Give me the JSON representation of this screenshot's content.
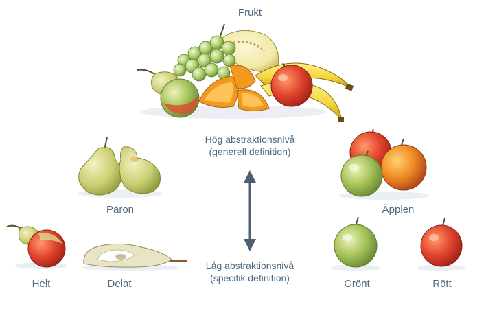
{
  "labels": {
    "root": "Frukt",
    "pears": "Päron",
    "apples": "Äpplen",
    "whole": "Helt",
    "sliced": "Delat",
    "green": "Grönt",
    "red": "Rött"
  },
  "levels": {
    "high": {
      "line1": "Hög abstraktionsnivå",
      "line2": "(generell definition)"
    },
    "low": {
      "line1": "Låg abstraktionsnivå",
      "line2": "(specifik definition)"
    }
  },
  "colors": {
    "text": "#4d6a82",
    "arrow": "#4d5f70",
    "pear": "#c9cf72",
    "apple_red": "#e2452e",
    "apple_green": "#a6c35a",
    "orange": "#f29a1e",
    "banana": "#f2d43a",
    "grape": "#a9cc6a",
    "melon": "#f1e9a6"
  }
}
